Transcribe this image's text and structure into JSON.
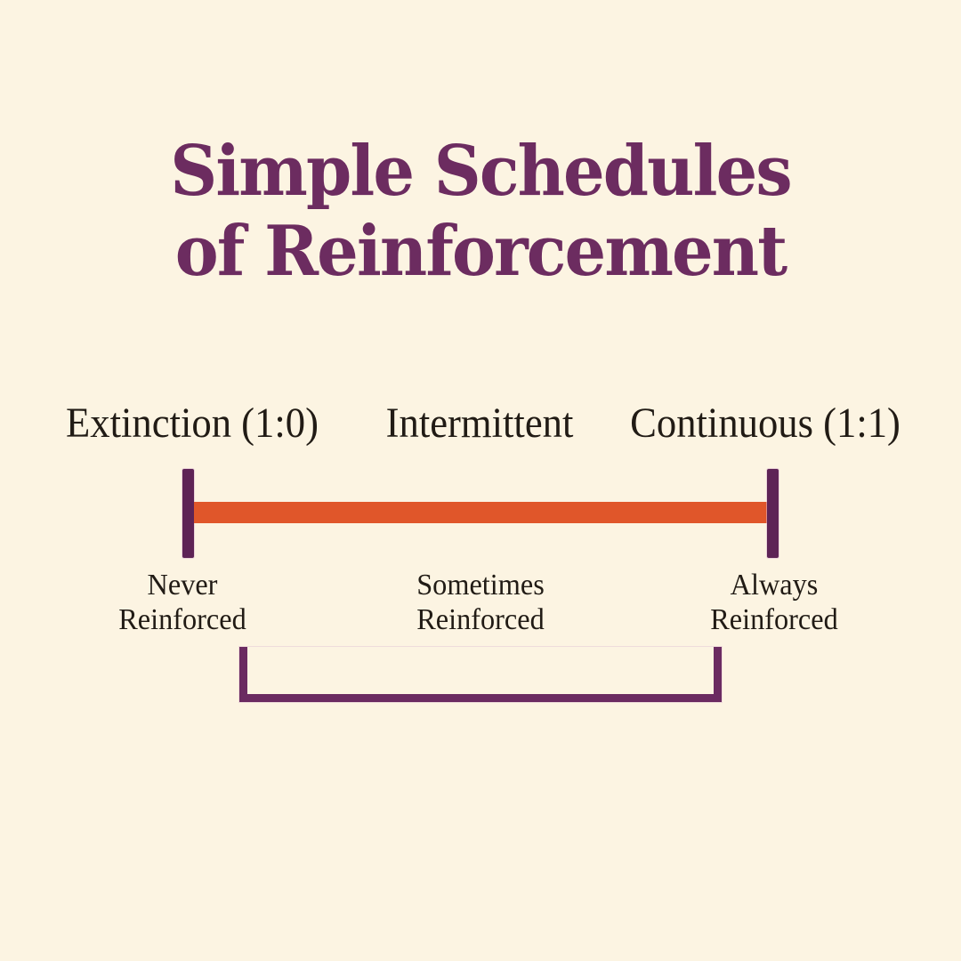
{
  "page": {
    "title_line1": "Simple Schedules",
    "title_line2": "of Reinforcement"
  },
  "spectrum": {
    "top_labels": [
      {
        "id": "extinction",
        "label": "Extinction (1:0)"
      },
      {
        "id": "intermittent",
        "label": "Intermittent"
      },
      {
        "id": "continuous",
        "label": "Continuous (1:1)"
      }
    ],
    "bottom_labels": [
      {
        "id": "never",
        "line1": "Never",
        "line2": "Reinforced"
      },
      {
        "id": "sometimes",
        "line1": "Sometimes",
        "line2": "Reinforced"
      },
      {
        "id": "always",
        "line1": "Always",
        "line2": "Reinforced"
      }
    ]
  },
  "colors": {
    "background": "#FCF4E2",
    "title": "#6C2C60",
    "label-text": "#211B15",
    "bar-orange": "#E0562A",
    "cap-purple": "#5E2356",
    "bracket-purple": "#6B2B61"
  }
}
